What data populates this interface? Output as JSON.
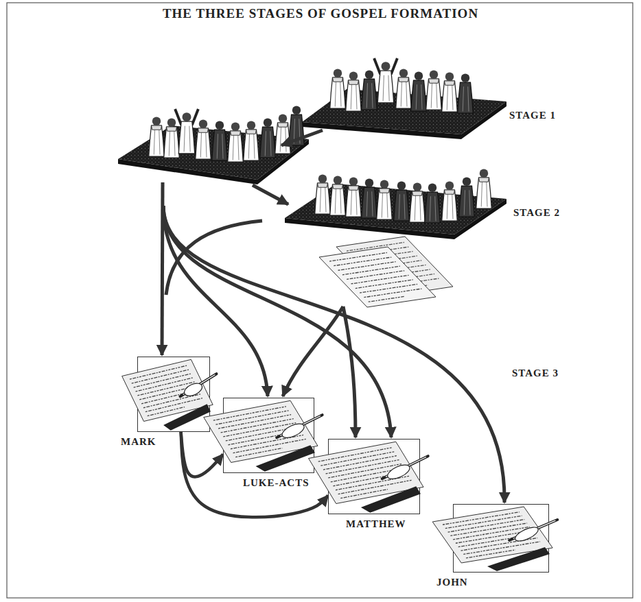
{
  "diagram": {
    "title": "THE THREE STAGES OF GOSPEL FORMATION",
    "nodes": [
      {
        "text": [
          "MARK"
        ]
      },
      {
        "text": [
          "LUKE-ACTS"
        ]
      },
      {
        "text": [
          "MATTHEW"
        ]
      },
      {
        "text": [
          "JOHN"
        ]
      }
    ],
    "edges": [
      {
        "from": 0,
        "to": 1,
        "arrow": "to"
      },
      {
        "from": 0,
        "to": 2,
        "arrow": "to"
      }
    ],
    "labels": [
      "STAGE 1",
      "STAGE 2",
      "STAGE 3"
    ]
  }
}
